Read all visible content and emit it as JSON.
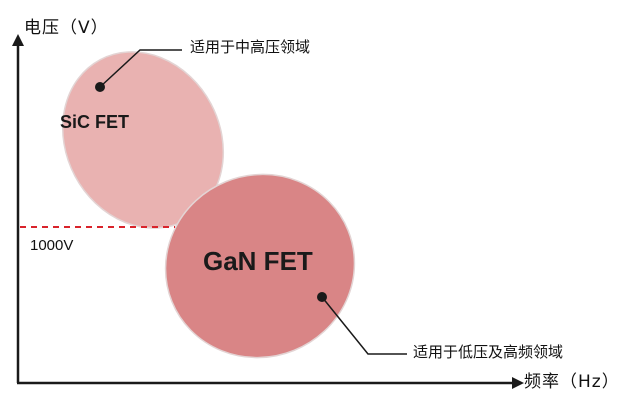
{
  "axes": {
    "y_label": "电压（V）",
    "x_label": "频率（Hz）"
  },
  "threshold": {
    "label": "1000V",
    "color": "#d9232b"
  },
  "regions": {
    "sic": {
      "label": "SiC FET",
      "note": "适用于中高压领域",
      "color": "#e9b2b1"
    },
    "gan": {
      "label": "GaN FET",
      "note": "适用于低压及高频领域",
      "color": "#d98586"
    }
  },
  "colors": {
    "axis": "#1a1a1a",
    "ellipse_stroke": "#e3d4d4"
  }
}
